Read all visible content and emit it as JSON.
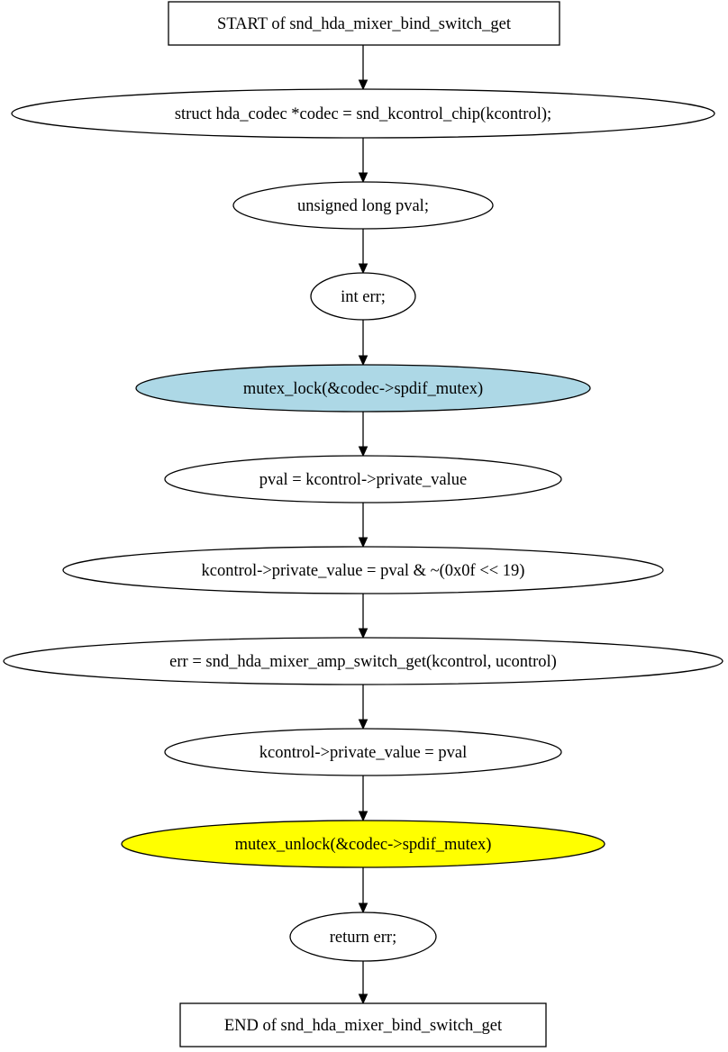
{
  "diagram": {
    "nodes": [
      {
        "id": "start",
        "shape": "box",
        "label": "START of snd_hda_mixer_bind_switch_get",
        "fill": "#ffffff"
      },
      {
        "id": "n1",
        "shape": "ellipse",
        "label": "struct hda_codec *codec = snd_kcontrol_chip(kcontrol);",
        "fill": "#ffffff"
      },
      {
        "id": "n2",
        "shape": "ellipse",
        "label": "unsigned long pval;",
        "fill": "#ffffff"
      },
      {
        "id": "n3",
        "shape": "ellipse",
        "label": "int err;",
        "fill": "#ffffff"
      },
      {
        "id": "n4",
        "shape": "ellipse",
        "label": "mutex_lock(&codec->spdif_mutex)",
        "fill": "#add8e6"
      },
      {
        "id": "n5",
        "shape": "ellipse",
        "label": "pval = kcontrol->private_value",
        "fill": "#ffffff"
      },
      {
        "id": "n6",
        "shape": "ellipse",
        "label": "kcontrol->private_value = pval & ~(0x0f << 19)",
        "fill": "#ffffff"
      },
      {
        "id": "n7",
        "shape": "ellipse",
        "label": "err = snd_hda_mixer_amp_switch_get(kcontrol, ucontrol)",
        "fill": "#ffffff"
      },
      {
        "id": "n8",
        "shape": "ellipse",
        "label": "kcontrol->private_value = pval",
        "fill": "#ffffff"
      },
      {
        "id": "n9",
        "shape": "ellipse",
        "label": "mutex_unlock(&codec->spdif_mutex)",
        "fill": "#ffff00"
      },
      {
        "id": "n10",
        "shape": "ellipse",
        "label": "return err;",
        "fill": "#ffffff"
      },
      {
        "id": "end",
        "shape": "box",
        "label": "END of snd_hda_mixer_bind_switch_get",
        "fill": "#ffffff"
      }
    ],
    "edges": [
      {
        "from": "start",
        "to": "n1"
      },
      {
        "from": "n1",
        "to": "n2"
      },
      {
        "from": "n2",
        "to": "n3"
      },
      {
        "from": "n3",
        "to": "n4"
      },
      {
        "from": "n4",
        "to": "n5"
      },
      {
        "from": "n5",
        "to": "n6"
      },
      {
        "from": "n6",
        "to": "n7"
      },
      {
        "from": "n7",
        "to": "n8"
      },
      {
        "from": "n8",
        "to": "n9"
      },
      {
        "from": "n9",
        "to": "n10"
      },
      {
        "from": "n10",
        "to": "end"
      }
    ]
  }
}
